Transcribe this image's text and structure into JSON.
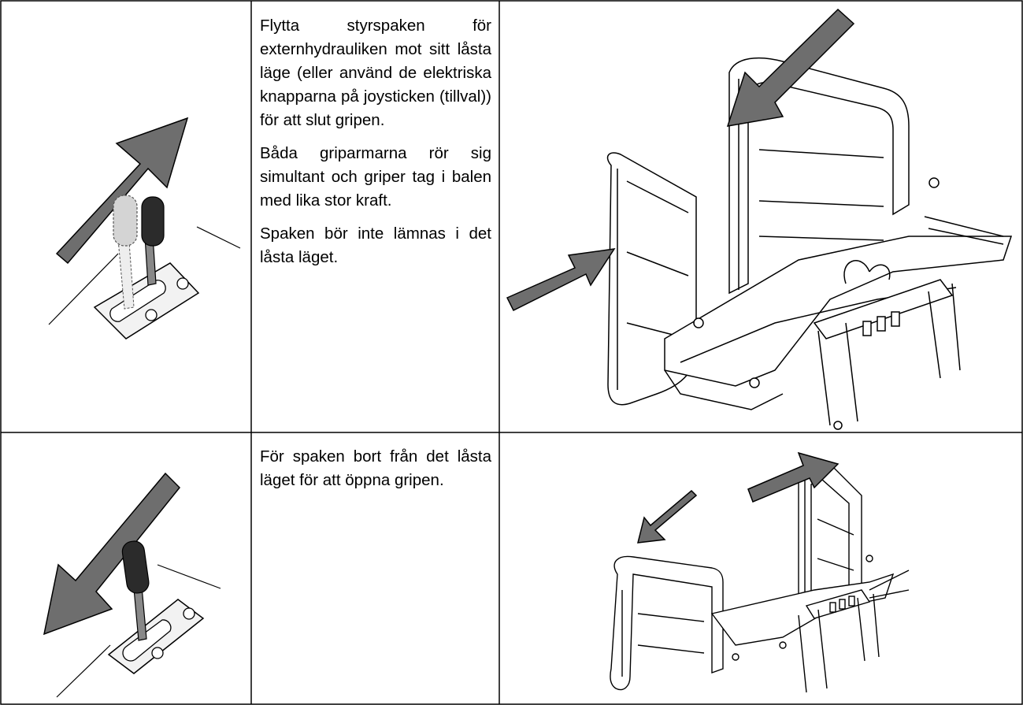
{
  "rows": [
    {
      "instructions": [
        "Flytta styrspaken för externhydrauliken mot sitt låsta läge (eller använd de elektriska knapparna på joysticken (tillval)) för att slut gripen.",
        "Båda griparmarna rör sig simultant och griper tag i balen med lika stor kraft.",
        "Spaken bör inte lämnas i det låsta läget."
      ],
      "lever_illustration": "lever-push-to-locked",
      "grip_illustration": "bale-grip-closing"
    },
    {
      "instructions": [
        "För spaken bort från det låsta läget för att öppna gripen."
      ],
      "lever_illustration": "lever-pull-from-locked",
      "grip_illustration": "bale-grip-opening"
    }
  ],
  "colors": {
    "arrow_fill": "#6e6e6e",
    "lever_knob": "#2b2b2b",
    "lever_ghost": "#d4d4d4",
    "line": "#000000"
  }
}
